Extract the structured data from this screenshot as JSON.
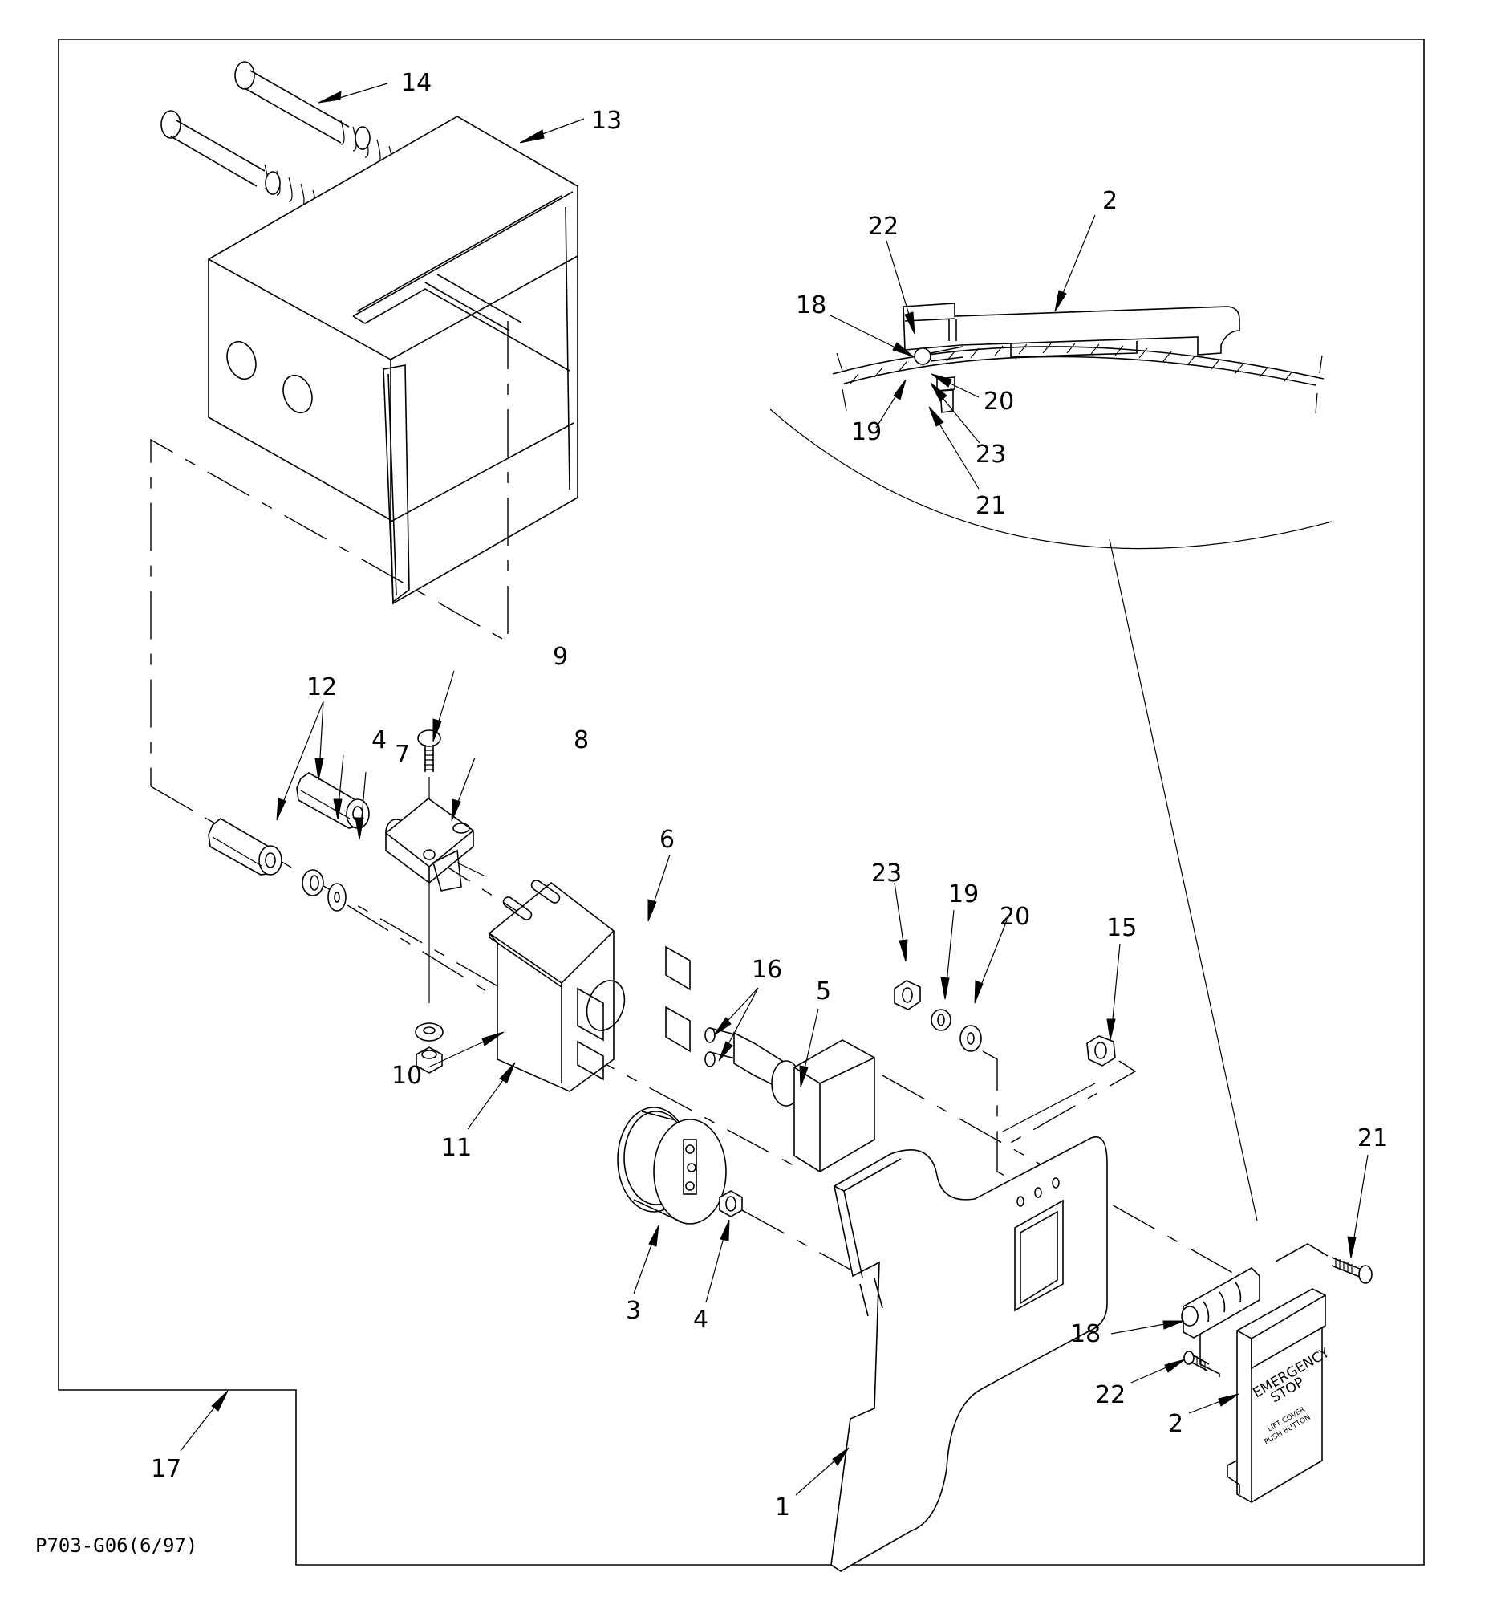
{
  "drawing": {
    "code": "P703-G06(6/97)",
    "callouts": {
      "c1": "1",
      "c2_detail": "2",
      "c2_plate": "2",
      "c3": "3",
      "c4_top": "4",
      "c4_bottom": "4",
      "c5": "5",
      "c6": "6",
      "c7": "7",
      "c8": "8",
      "c9": "9",
      "c10": "10",
      "c11": "11",
      "c12": "12",
      "c13": "13",
      "c14": "14",
      "c15": "15",
      "c16": "16",
      "c17": "17",
      "c18_detail": "18",
      "c18_hinge": "18",
      "c19_detail": "19",
      "c19": "19",
      "c20_detail": "20",
      "c20": "20",
      "c21_detail": "21",
      "c21": "21",
      "c22_detail": "22",
      "c22": "22",
      "c23_detail": "23",
      "c23": "23"
    },
    "plate_text": {
      "line1": "EMERGENCY",
      "line2": "STOP",
      "line3": "LIFT COVER",
      "line4": "PUSH BUTTON"
    }
  }
}
